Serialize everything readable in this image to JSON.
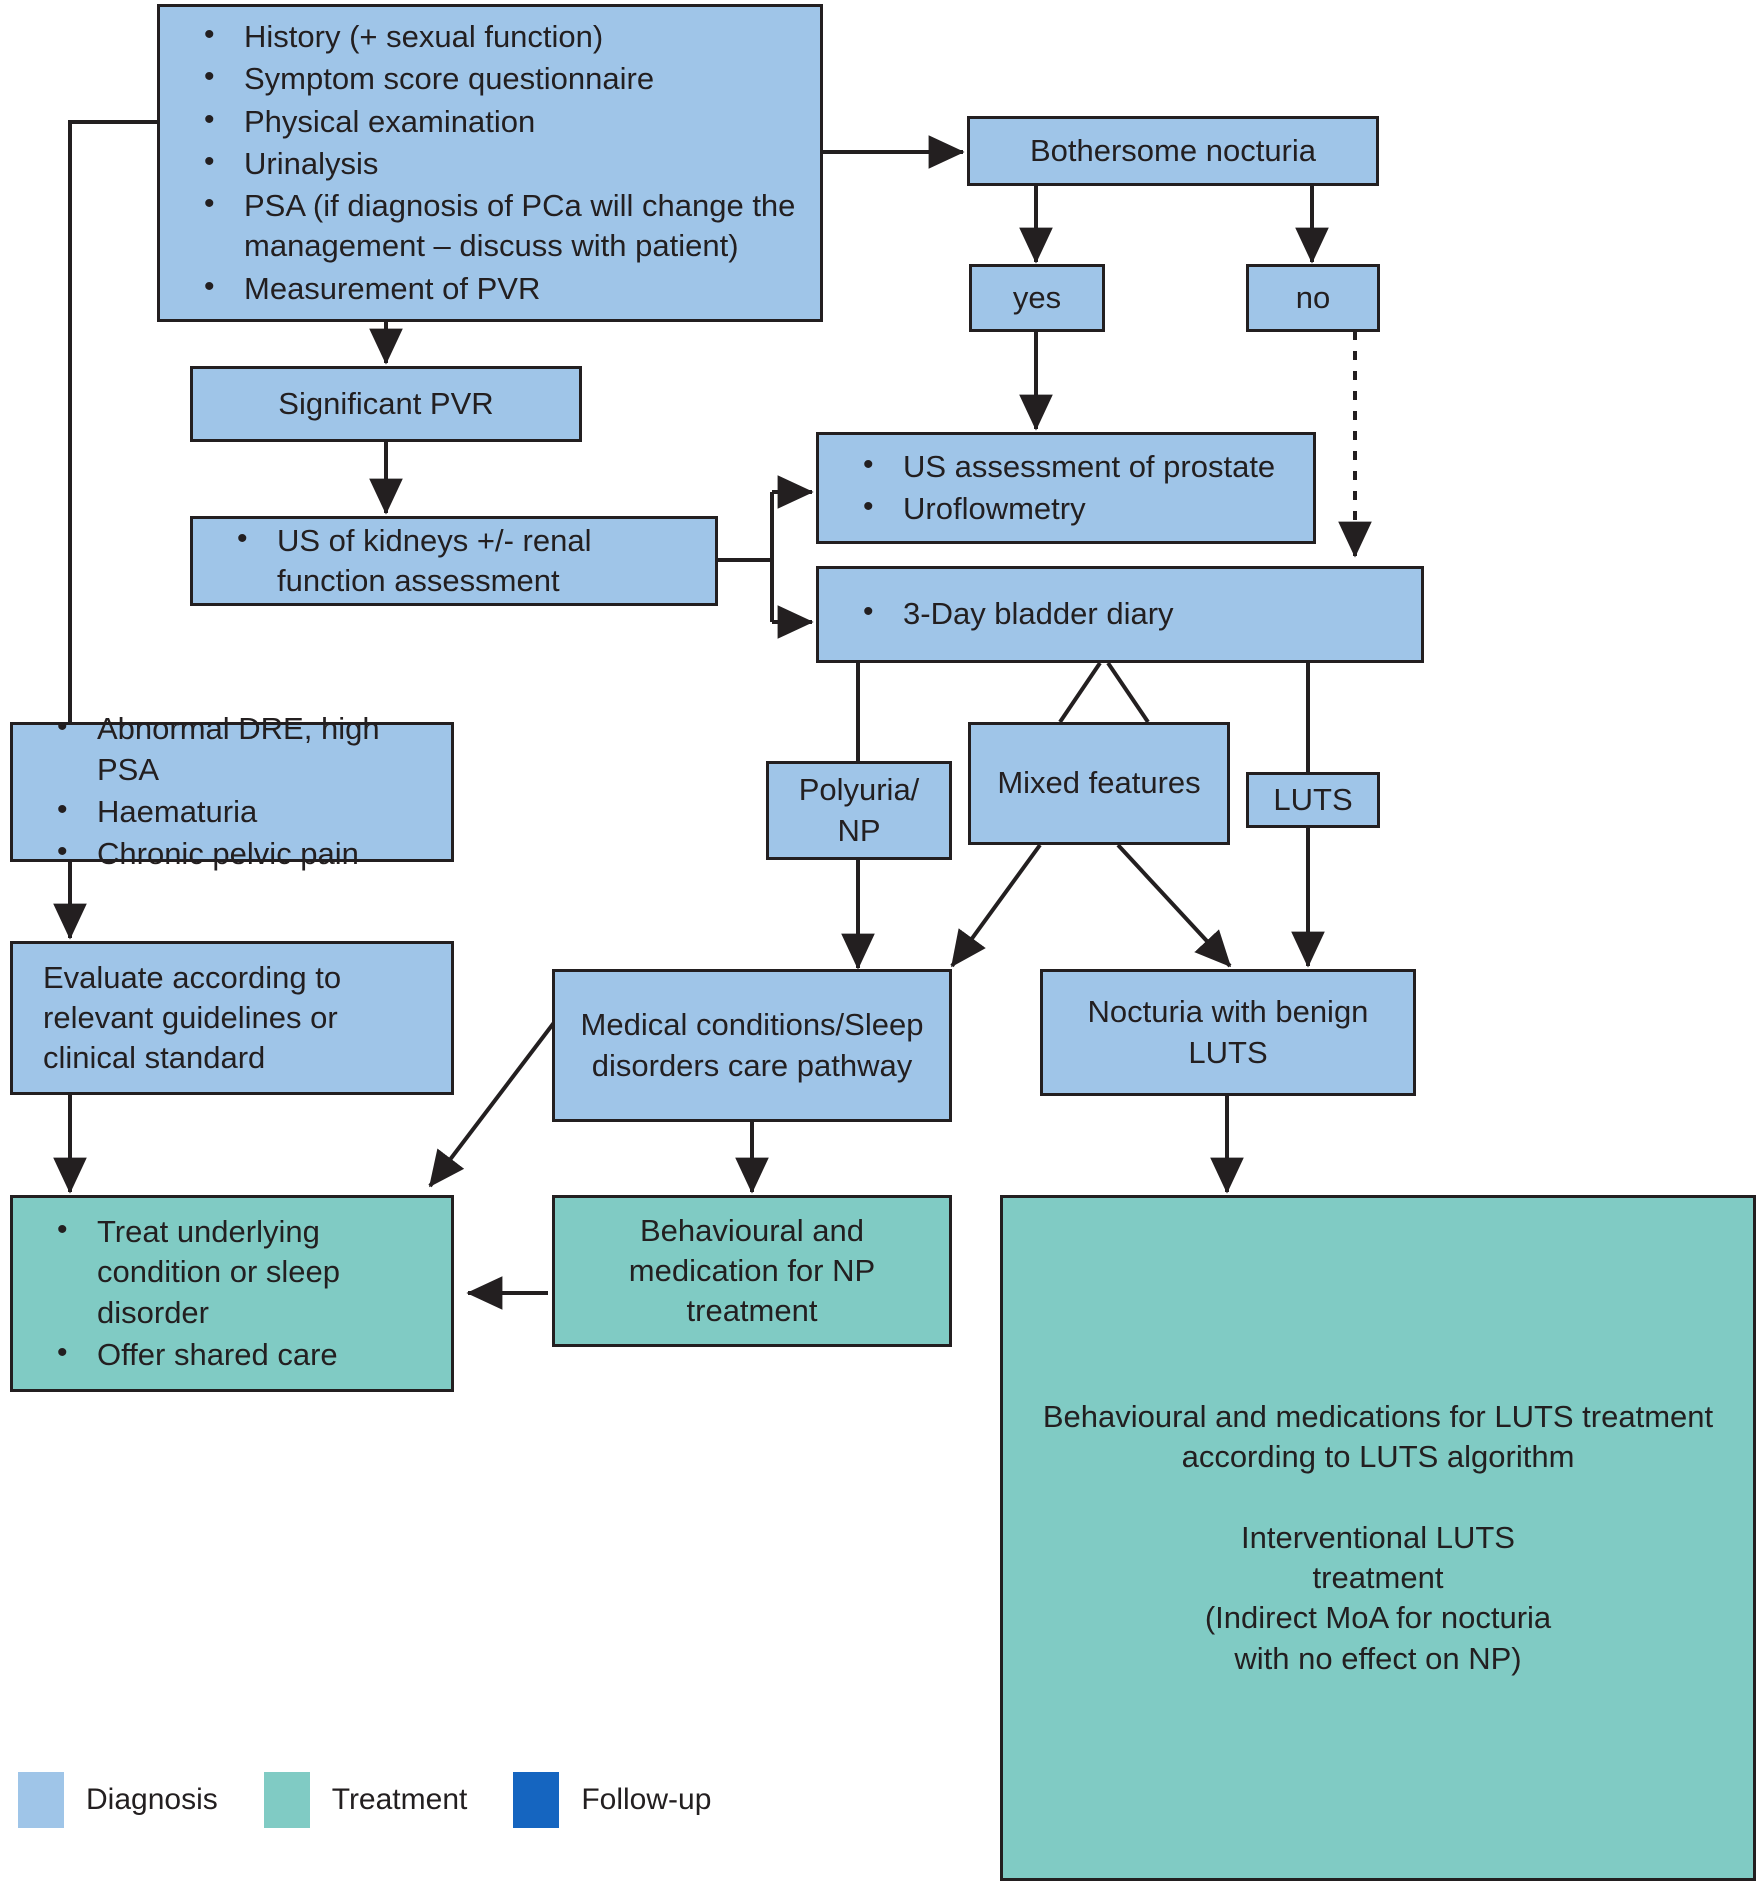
{
  "diagram": {
    "title": "Nocturia diagnosis and treatment care pathway",
    "colors": {
      "diagnosis": "#9fc5e8",
      "treatment": "#80cbc4",
      "followup": "#1565c0",
      "stroke": "#231f20",
      "background": "#ffffff"
    }
  },
  "nodes": {
    "initial_assessment": {
      "type": "diagnosis",
      "items": [
        "History (+ sexual function)",
        "Symptom score questionnaire",
        "Physical examination",
        "Urinalysis",
        "PSA (if diagnosis of PCa will change the management – discuss with patient)",
        "Measurement of PVR"
      ]
    },
    "bothersome_nocturia": {
      "type": "diagnosis",
      "label": "Bothersome nocturia"
    },
    "yes": {
      "type": "diagnosis",
      "label": "yes"
    },
    "no": {
      "type": "diagnosis",
      "label": "no"
    },
    "significant_pvr": {
      "type": "diagnosis",
      "label": "Significant PVR"
    },
    "us_kidneys": {
      "type": "diagnosis",
      "items": [
        "US of kidneys +/- renal function assessment"
      ]
    },
    "us_prostate": {
      "type": "diagnosis",
      "items": [
        "US assessment of prostate",
        "Uroflowmetry"
      ]
    },
    "bladder_diary": {
      "type": "diagnosis",
      "items": [
        "3-Day bladder diary"
      ]
    },
    "red_flags": {
      "type": "diagnosis",
      "items": [
        "Abnormal DRE, high PSA",
        "Haematuria",
        "Chronic pelvic pain"
      ]
    },
    "polyuria_np": {
      "type": "diagnosis",
      "label": "Polyuria/\nNP",
      "line1": "Polyuria/",
      "line2": "NP"
    },
    "mixed_features": {
      "type": "diagnosis",
      "label": "Mixed features"
    },
    "luts": {
      "type": "diagnosis",
      "label": "LUTS"
    },
    "evaluate_guidelines": {
      "type": "diagnosis",
      "label": "Evaluate according to relevant guidelines or clinical standard"
    },
    "medical_sleep_pathway": {
      "type": "diagnosis",
      "label": "Medical conditions/Sleep disorders care pathway"
    },
    "nocturia_benign_luts": {
      "type": "diagnosis",
      "label": "Nocturia with benign LUTS"
    },
    "treat_underlying": {
      "type": "treatment",
      "items": [
        "Treat underlying condition or sleep disorder",
        "Offer shared care"
      ]
    },
    "behavioural_np": {
      "type": "treatment",
      "label": "Behavioural and medication for NP treatment"
    },
    "behavioural_luts": {
      "type": "treatment",
      "para1": "Behavioural and medications for LUTS treatment according to LUTS algorithm",
      "para2": "Interventional LUTS treatment\n(Indirect MoA for nocturia with no effect on NP)",
      "para2_line1": "Interventional LUTS",
      "para2_line2": "treatment",
      "para2_line3": "(Indirect MoA for nocturia",
      "para2_line4": "with no effect on NP)"
    }
  },
  "legend": {
    "items": [
      {
        "label": "Diagnosis",
        "color": "#9fc5e8"
      },
      {
        "label": "Treatment",
        "color": "#80cbc4"
      },
      {
        "label": "Follow-up",
        "color": "#1565c0"
      }
    ]
  }
}
